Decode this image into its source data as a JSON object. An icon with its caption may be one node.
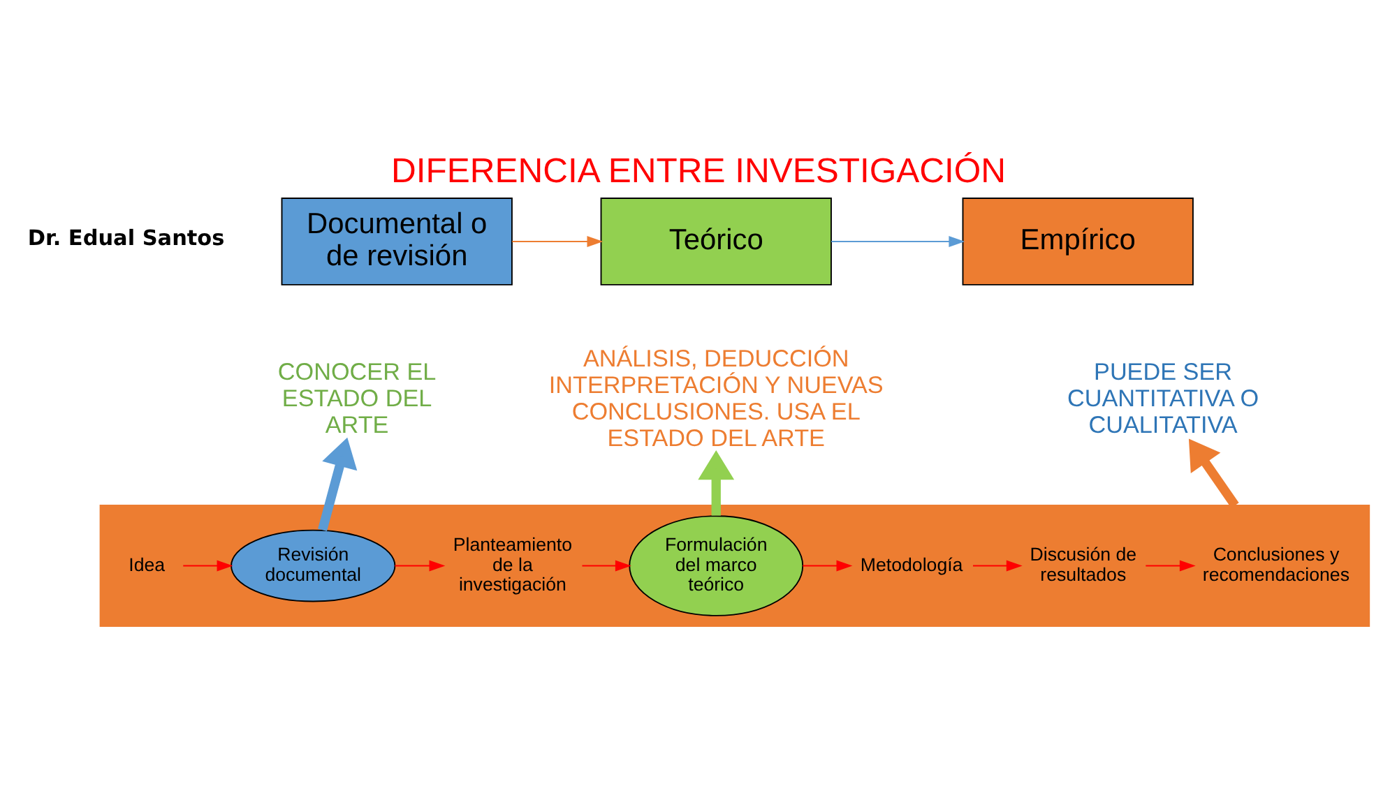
{
  "diagram": {
    "title": "DIFERENCIA ENTRE INVESTIGACIÓN",
    "nodes": [
      {
        "text": [
          "Documental o de revisión"
        ]
      },
      {
        "text": [
          "Teórico"
        ]
      },
      {
        "text": [
          "Empírico"
        ]
      },
      {
        "text": [
          "CONOCER EL ESTADO DEL ARTE"
        ]
      },
      {
        "text": [
          "ANÁLISIS, DEDUCCIÓN INTERPRETACIÓN Y NUEVAS CONCLUSIONES. USA EL ESTADO DEL ARTE"
        ]
      },
      {
        "text": [
          "PUEDE SER CUANTITATIVA O CUALITATIVA"
        ]
      },
      {
        "text": [],
        "shape": "bar"
      },
      {
        "text": [
          "Idea"
        ],
        "in": 6
      },
      {
        "text": [
          "Revisión documental"
        ],
        "in": 6
      },
      {
        "text": [
          "Planteamiento de la investigación"
        ],
        "in": 6
      },
      {
        "text": [
          "Formulación del marco teórico"
        ],
        "in": 6
      },
      {
        "text": [
          "Metodología"
        ],
        "in": 6
      },
      {
        "text": [
          "Discusión de resultados"
        ],
        "in": 6
      },
      {
        "text": [
          "Conclusiones y recomendaciones"
        ],
        "in": 6
      }
    ],
    "edges": [
      {
        "from": 0,
        "to": 1,
        "arrow": "to",
        "color": "#ed7d31"
      },
      {
        "from": 1,
        "to": 2,
        "arrow": "to",
        "color": "#5b9bd5"
      },
      {
        "from": 8,
        "to": 3,
        "arrow": "to",
        "style": "thick",
        "color": "#5b9bd5"
      },
      {
        "from": 10,
        "to": 4,
        "arrow": "to",
        "style": "thick",
        "color": "#92d050"
      },
      {
        "from": 6,
        "to": 5,
        "arrow": "to",
        "style": "thick",
        "color": "#ed7d31"
      },
      {
        "from": 7,
        "to": 8,
        "arrow": "to"
      },
      {
        "from": 8,
        "to": 9,
        "arrow": "to"
      },
      {
        "from": 9,
        "to": 10,
        "arrow": "to"
      },
      {
        "from": 10,
        "to": 11,
        "arrow": "to"
      },
      {
        "from": 11,
        "to": 12,
        "arrow": "to"
      },
      {
        "from": 12,
        "to": 13,
        "arrow": "to"
      }
    ],
    "labels": [
      "Dr. Edual Santos"
    ]
  }
}
